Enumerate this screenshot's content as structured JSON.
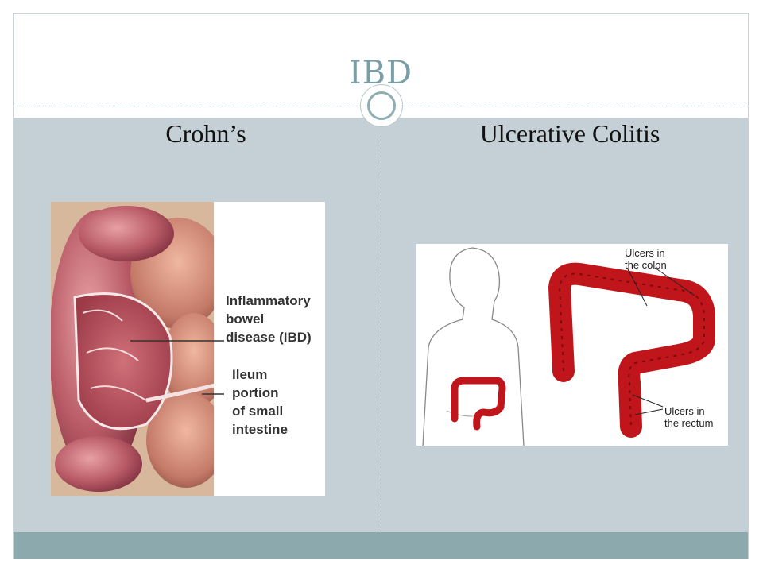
{
  "slide": {
    "title": "IBD",
    "left_column": {
      "heading": "Crohn’s"
    },
    "right_column": {
      "heading": "Ulcerative Colitis"
    }
  },
  "crohns_image": {
    "label_ibd_line1": "Inflammatory",
    "label_ibd_line2": "bowel",
    "label_ibd_line3": "disease (IBD)",
    "label_ileum_line1": "Ileum",
    "label_ileum_line2": "portion",
    "label_ileum_line3": "of small",
    "label_ileum_line4": "intestine"
  },
  "colitis_image": {
    "label_colon_line1": "Ulcers in",
    "label_colon_line2": "the colon",
    "label_rectum_line1": "Ulcers in",
    "label_rectum_line2": "the rectum"
  },
  "colors": {
    "title": "#7a9ea6",
    "content_bg": "#c5d0d6",
    "bottom_bar": "#8caaae",
    "colon_red": "#c0161b"
  }
}
